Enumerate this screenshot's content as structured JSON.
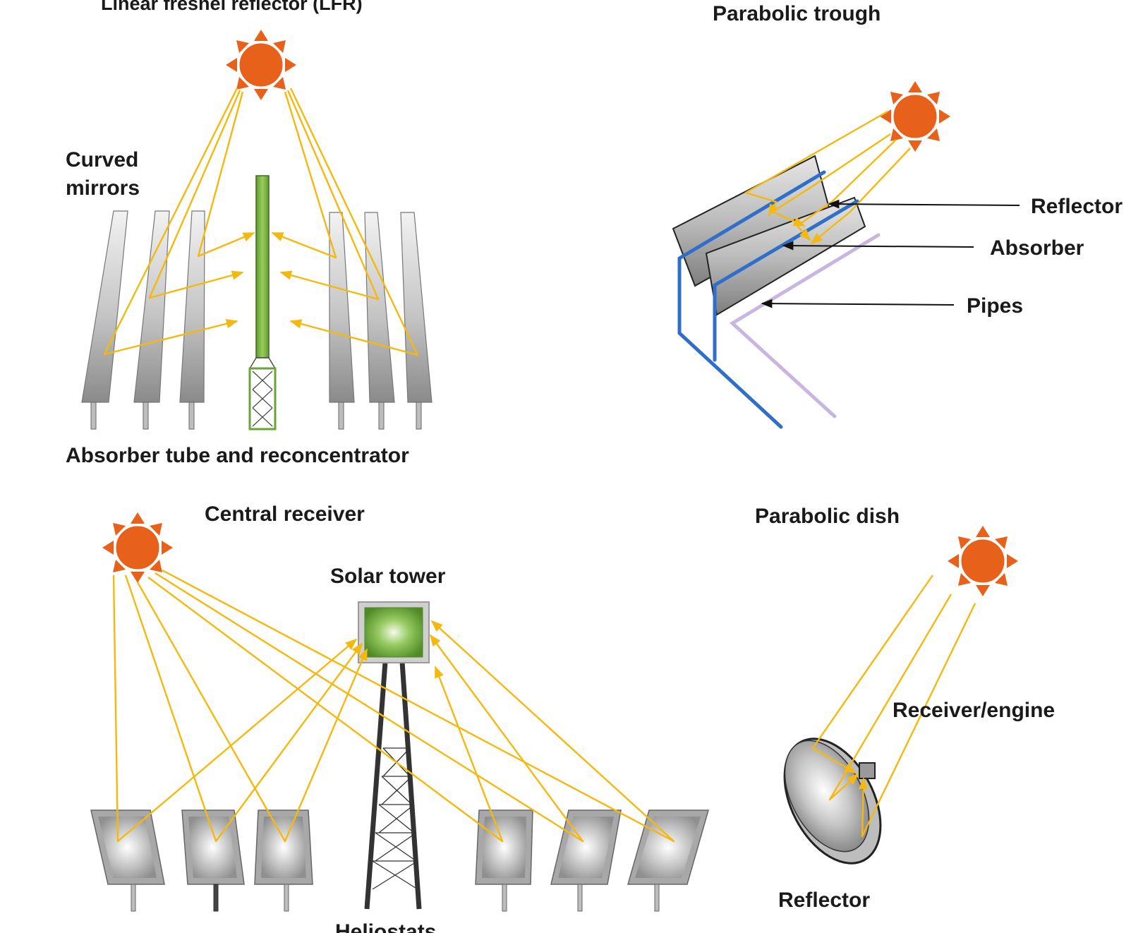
{
  "panels": {
    "lfr": {
      "title": "Linear fresnel reflector (LFR)",
      "mirrors_label_line1": "Curved",
      "mirrors_label_line2": "mirrors",
      "absorber_label": "Absorber tube and reconcentrator"
    },
    "trough": {
      "title": "Parabolic trough",
      "reflector_label": "Reflector",
      "absorber_label": "Absorber",
      "pipes_label": "Pipes"
    },
    "central": {
      "title": "Central receiver",
      "tower_label": "Solar tower",
      "heliostats_label": "Heliostats"
    },
    "dish": {
      "title": "Parabolic dish",
      "receiver_label": "Receiver/engine",
      "reflector_label": "Reflector"
    }
  },
  "colors": {
    "sun": "#e8611a",
    "ray": "#f5b80f",
    "absorber_green": "#7ab648",
    "pipe_blue": "#2f6fc9",
    "pipe_lilac": "#c9b6e0",
    "mirror_gray": "#9a9a9a"
  }
}
